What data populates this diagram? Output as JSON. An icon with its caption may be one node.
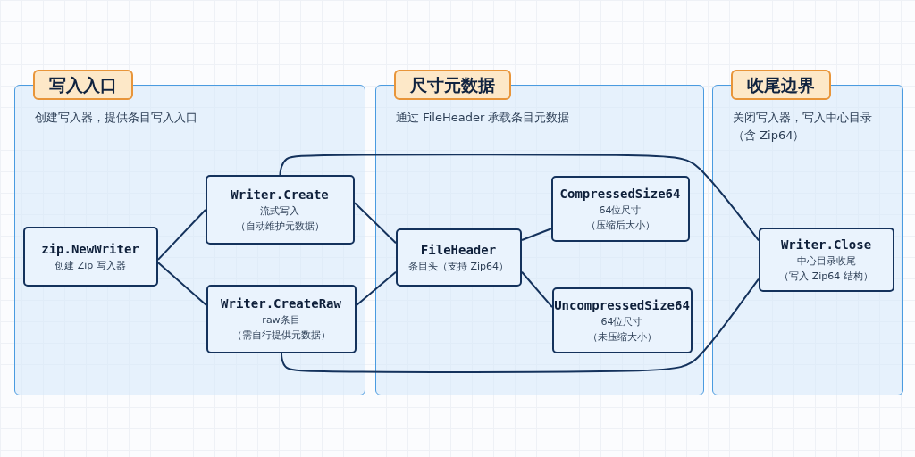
{
  "diagram": {
    "nodes": [
      {
        "text": [
          "写入入口",
          "创建写入器，提供条目写入入口"
        ]
      },
      {
        "text": [
          "zip.NewWriter",
          "创建 Zip 写入器"
        ],
        "in": 0
      },
      {
        "text": [
          "Writer.Create",
          "流式写入",
          "（自动维护元数据）"
        ],
        "in": 0
      },
      {
        "text": [
          "Writer.CreateRaw",
          "raw条目",
          "（需自行提供元数据）"
        ],
        "in": 0
      },
      {
        "text": [
          "尺寸元数据",
          "通过 FileHeader 承载条目元数据"
        ]
      },
      {
        "text": [
          "FileHeader",
          "条目头（支持 Zip64）"
        ],
        "in": 4
      },
      {
        "text": [
          "CompressedSize64",
          "64位尺寸",
          "（压缩后大小）"
        ],
        "in": 4
      },
      {
        "text": [
          "UncompressedSize64",
          "64位尺寸",
          "（未压缩大小）"
        ],
        "in": 4
      },
      {
        "text": [
          "收尾边界",
          "关闭写入器，写入中心目录（含 Zip64）"
        ]
      },
      {
        "text": [
          "Writer.Close",
          "中心目录收尾",
          "（写入 Zip64 结构）"
        ],
        "in": 8
      }
    ],
    "edges": [
      {
        "from": 1,
        "to": 2,
        "arrow": "none"
      },
      {
        "from": 1,
        "to": 3,
        "arrow": "none"
      },
      {
        "from": 2,
        "to": 5,
        "arrow": "none"
      },
      {
        "from": 3,
        "to": 5,
        "arrow": "none"
      },
      {
        "from": 5,
        "to": 6,
        "arrow": "none"
      },
      {
        "from": 5,
        "to": 7,
        "arrow": "none"
      },
      {
        "from": 2,
        "to": 9,
        "arrow": "none"
      },
      {
        "from": 3,
        "to": 9,
        "arrow": "none"
      }
    ]
  }
}
